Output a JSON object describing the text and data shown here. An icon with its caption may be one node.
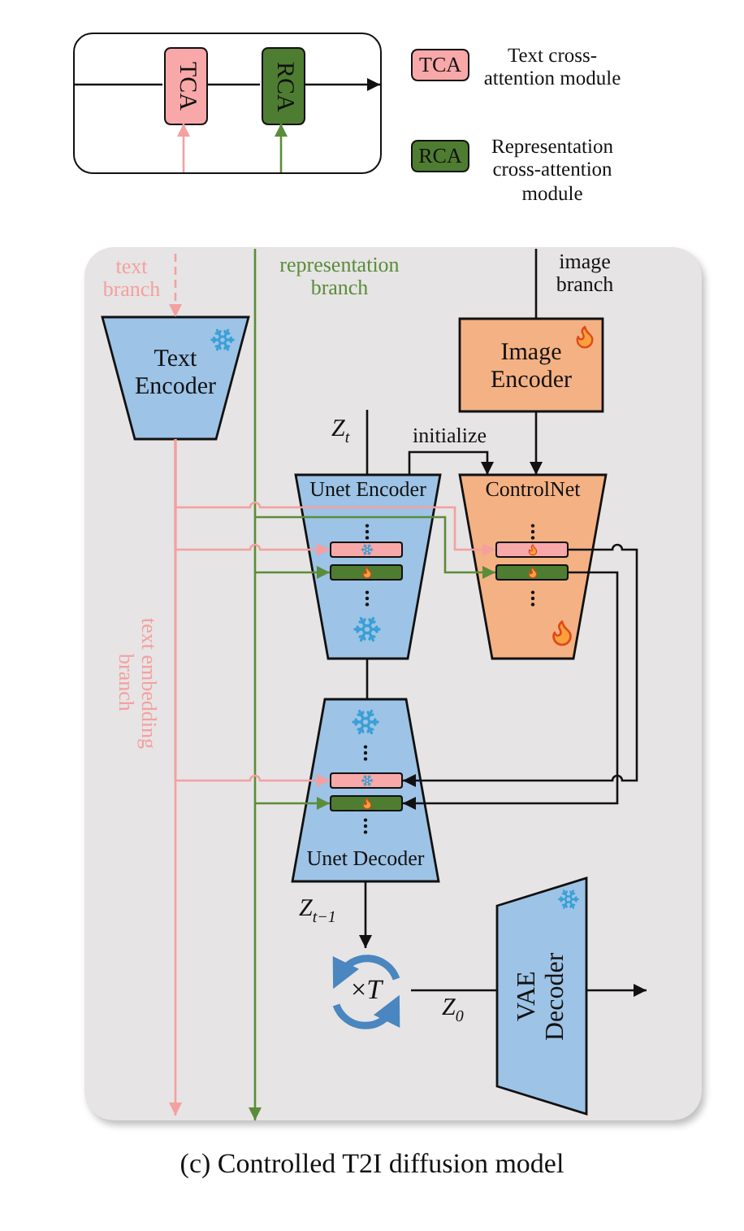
{
  "diagram": {
    "caption": "(c) Controlled T2I diffusion model",
    "nodes": [
      {
        "text": [],
        "shape": "box"
      },
      {
        "text": [
          "TCA"
        ],
        "in": 0
      },
      {
        "text": [
          "RCA"
        ],
        "in": 0
      },
      {
        "text": [
          "TCA"
        ],
        "beside": [
          "Text cross-attention module"
        ]
      },
      {
        "text": [
          "RCA"
        ],
        "beside": [
          "Representation cross-attention module"
        ]
      },
      {
        "text": [],
        "shape": "box"
      },
      {
        "text": [
          "Text Encoder"
        ],
        "in": 5
      },
      {
        "text": [
          "Image Encoder"
        ],
        "in": 5
      },
      {
        "text": [
          "Unet Encoder"
        ],
        "in": 5
      },
      {
        "text": [],
        "shape": "box",
        "in": 8
      },
      {
        "text": [],
        "shape": "box",
        "in": 8
      },
      {
        "text": [
          "ControlNet"
        ],
        "in": 5
      },
      {
        "text": [],
        "shape": "box",
        "in": 11
      },
      {
        "text": [],
        "shape": "box",
        "in": 11
      },
      {
        "text": [
          "Unet Decoder"
        ],
        "in": 5
      },
      {
        "text": [],
        "shape": "box",
        "in": 14
      },
      {
        "text": [],
        "shape": "box",
        "in": 14
      },
      {
        "text": [
          "×*T*"
        ],
        "in": 5
      },
      {
        "text": [
          "VAE Decoder"
        ],
        "in": 5
      }
    ],
    "edges": [
      {
        "from": null,
        "to": 1,
        "arrow": "none"
      },
      {
        "from": 1,
        "to": 2,
        "arrow": "none"
      },
      {
        "from": 2,
        "to": null,
        "arrow": "to"
      },
      {
        "from": null,
        "to": 1,
        "arrow": "to",
        "color": "#f4a0a0"
      },
      {
        "from": null,
        "to": 2,
        "arrow": "to",
        "color": "#5b8c3a"
      },
      {
        "from": null,
        "to": 6,
        "arrow": "to",
        "style": "dashed",
        "color": "#f4a0a0",
        "label": "text branch"
      },
      {
        "from": null,
        "to": 5,
        "arrow": "to",
        "color": "#5b8c3a",
        "label": "representation branch"
      },
      {
        "from": null,
        "to": 7,
        "arrow": "none",
        "label": "image branch"
      },
      {
        "from": 6,
        "to": null,
        "arrow": "to",
        "color": "#f4a0a0",
        "label": "text embedding branch"
      },
      {
        "from": null,
        "to": 8,
        "arrow": "none",
        "label": "Z$_{t}$"
      },
      {
        "from": 8,
        "to": 11,
        "arrow": "to",
        "label": "initialize"
      },
      {
        "from": 7,
        "to": 11,
        "arrow": "to"
      },
      {
        "from": 6,
        "to": 12,
        "arrow": "to",
        "color": "#f4a0a0"
      },
      {
        "from": null,
        "to": 13,
        "arrow": "to",
        "color": "#5b8c3a"
      },
      {
        "from": 6,
        "to": 9,
        "arrow": "to",
        "color": "#f4a0a0"
      },
      {
        "from": null,
        "to": 10,
        "arrow": "to",
        "color": "#5b8c3a"
      },
      {
        "from": 12,
        "to": 15,
        "arrow": "to"
      },
      {
        "from": 13,
        "to": 16,
        "arrow": "to"
      },
      {
        "from": 8,
        "to": 14,
        "arrow": "none"
      },
      {
        "from": 6,
        "to": 15,
        "arrow": "to",
        "color": "#f4a0a0"
      },
      {
        "from": null,
        "to": 16,
        "arrow": "to",
        "color": "#5b8c3a"
      },
      {
        "from": 14,
        "to": 17,
        "arrow": "to",
        "label": "Z$_{t−1}$"
      },
      {
        "from": 17,
        "to": 18,
        "arrow": "none",
        "label": "Z$_{0}$"
      },
      {
        "from": 18,
        "to": null,
        "arrow": "to"
      }
    ]
  }
}
